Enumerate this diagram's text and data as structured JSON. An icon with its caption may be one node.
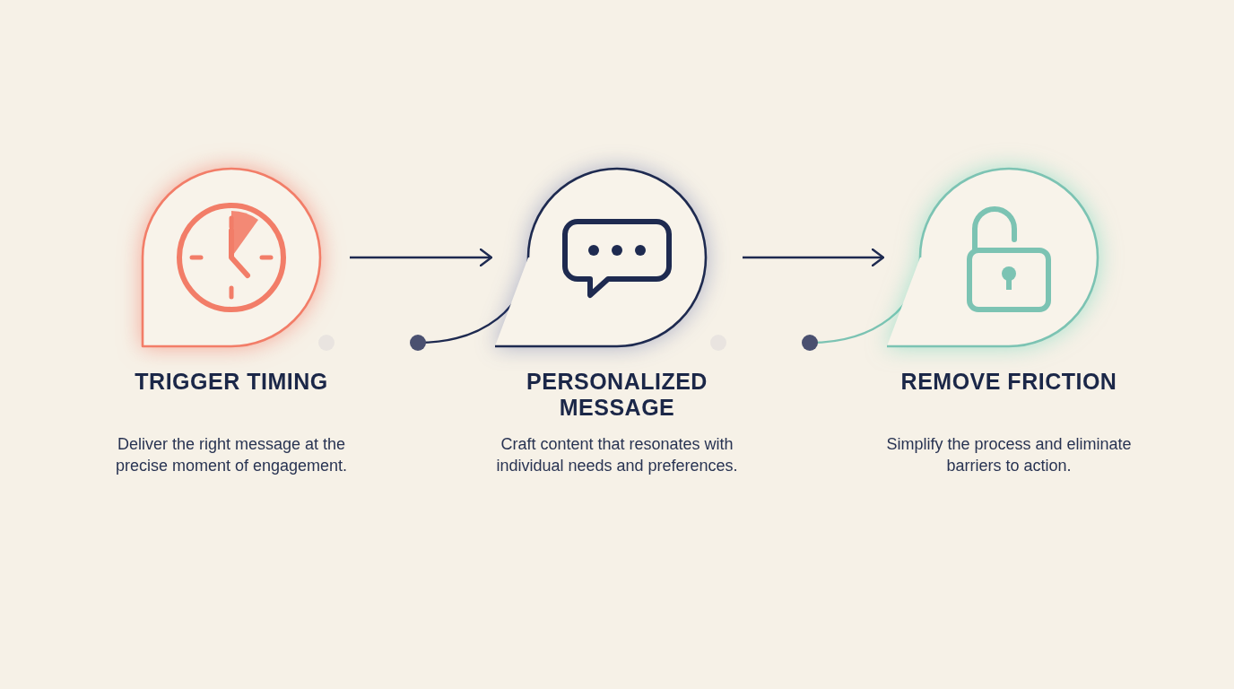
{
  "diagram": {
    "nodes": [
      {
        "text": [
          "TRIGGER TIMING",
          "Deliver the right message at the precise moment of engagement."
        ]
      },
      {
        "text": [
          "PERSONALIZED MESSAGE",
          "Craft content that resonates with individual needs and preferences."
        ]
      },
      {
        "text": [
          "REMOVE FRICTION",
          "Simplify the process and eliminate barriers to action."
        ]
      }
    ],
    "edges": [
      {
        "from": 0,
        "to": 1,
        "arrow": "to"
      },
      {
        "from": 1,
        "to": 2,
        "arrow": "to"
      }
    ]
  }
}
